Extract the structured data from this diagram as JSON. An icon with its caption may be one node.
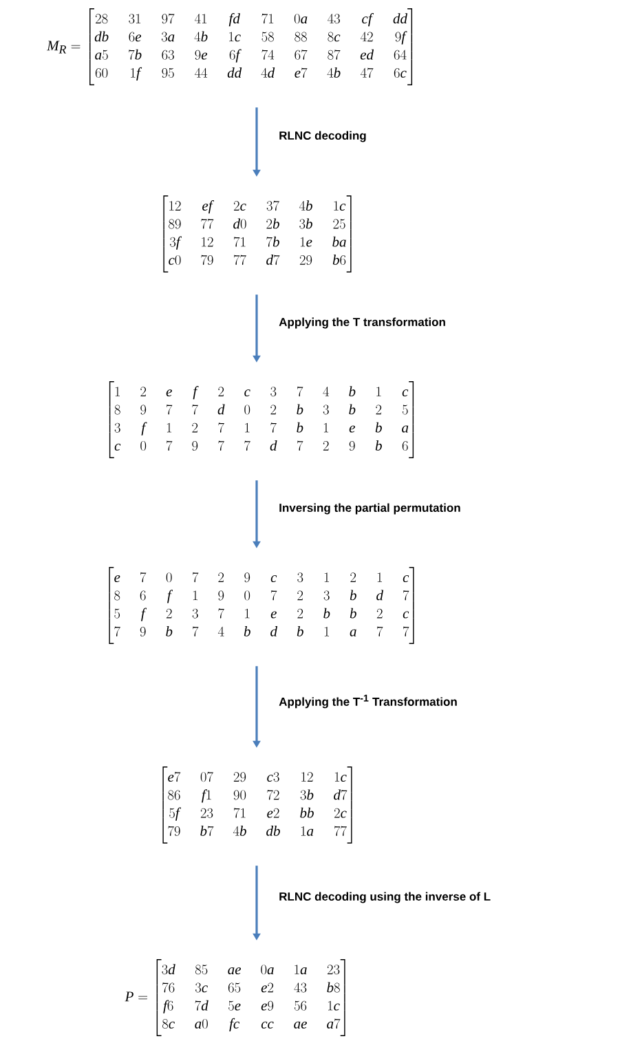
{
  "diagram": {
    "nodes": [
      {
        "text": [
          "M_R = \\begin{bmatrix} 28 & 31 & 97 & 41 & fd & 71 & 0a & 43 & cf & dd \\\\ db & 6e & 3a & 4b & 1c & 58 & 88 & 8c & 42 & 9f \\\\ a5 & 7b & 63 & 9e & 6f & 74 & 67 & 87 & ed & 64 \\\\ 60 & 1f & 95 & 44 & dd & 4d & e7 & 4b & 47 & 6c \\end{bmatrix}"
        ]
      },
      {
        "text": [
          "\\begin{bmatrix} 12 & ef & 2c & 37 & 4b & 1c \\\\ 89 & 77 & d0 & 2b & 3b & 25 \\\\ 3f & 12 & 71 & 7b & 1e & ba \\\\ c0 & 79 & 77 & d7 & 29 & b6 \\end{bmatrix}"
        ]
      },
      {
        "text": [
          "\\begin{bmatrix} 1 & 2 & e & f & 2 & c & 3 & 7 & 4 & b & 1 & c \\\\ 8 & 9 & 7 & 7 & d & 0 & 2 & b & 3 & b & 2 & 5 \\\\ 3 & f & 1 & 2 & 7 & 1 & 7 & b & 1 & e & b & a \\\\ c & 0 & 7 & 9 & 7 & 7 & d & 7 & 2 & 9 & b & 6 \\end{bmatrix}"
        ]
      },
      {
        "text": [
          "\\begin{bmatrix} e & 7 & 0 & 7 & 2 & 9 & c & 3 & 1 & 2 & 1 & c \\\\ 8 & 6 & f & 1 & 9 & 0 & 7 & 2 & 3 & b & d & 7 \\\\ 5 & f & 2 & 3 & 7 & 1 & e & 2 & b & b & 2 & c \\\\ 7 & 9 & b & 7 & 4 & b & d & b & 1 & a & 7 & 7 \\end{bmatrix}"
        ]
      },
      {
        "text": [
          "\\begin{bmatrix} e7 & 07 & 29 & c3 & 12 & 1c \\\\ 86 & f1 & 90 & 72 & 3b & d7 \\\\ 5f & 23 & 71 & e2 & bb & 2c \\\\ 79 & b7 & 4b & db & 1a & 77 \\end{bmatrix}"
        ]
      },
      {
        "text": [
          "P = \\begin{bmatrix} 3d & 85 & ae & 0a & 1a & 23 \\\\ 76 & 3c & 65 & e2 & 43 & b8 \\\\ f6 & 7d & 5e & e9 & 56 & 1c \\\\ 8c & a0 & fc & cc & ae & a7 \\end{bmatrix}"
        ]
      }
    ],
    "edges": [
      {
        "from": 0,
        "to": 1,
        "arrow": "to",
        "label": "RLNC decoding"
      },
      {
        "from": 1,
        "to": 2,
        "arrow": "to",
        "label": "Applying the T transformation"
      },
      {
        "from": 2,
        "to": 3,
        "arrow": "to",
        "label": "Inversing the partial permutation"
      },
      {
        "from": 3,
        "to": 4,
        "arrow": "to",
        "label": "Applying the T$^{-1}$ Transformation"
      },
      {
        "from": 4,
        "to": 5,
        "arrow": "to",
        "label": "RLNC decoding using the inverse of L"
      }
    ]
  }
}
